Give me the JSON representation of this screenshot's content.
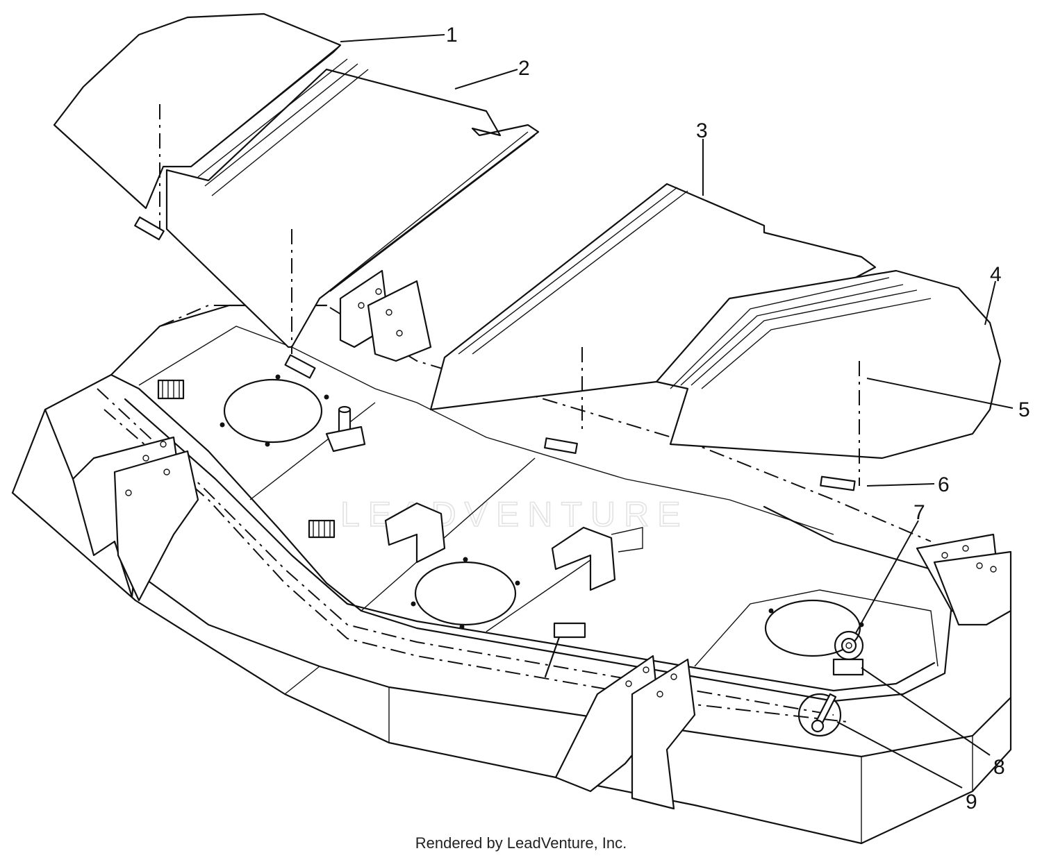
{
  "callouts": [
    {
      "id": "1",
      "label": "1"
    },
    {
      "id": "2",
      "label": "2"
    },
    {
      "id": "3",
      "label": "3"
    },
    {
      "id": "4",
      "label": "4"
    },
    {
      "id": "5",
      "label": "5"
    },
    {
      "id": "6",
      "label": "6"
    },
    {
      "id": "7",
      "label": "7"
    },
    {
      "id": "8",
      "label": "8"
    },
    {
      "id": "9",
      "label": "9"
    }
  ],
  "watermark": "LEADVENTURE",
  "footer": "Rendered by LeadVenture, Inc."
}
